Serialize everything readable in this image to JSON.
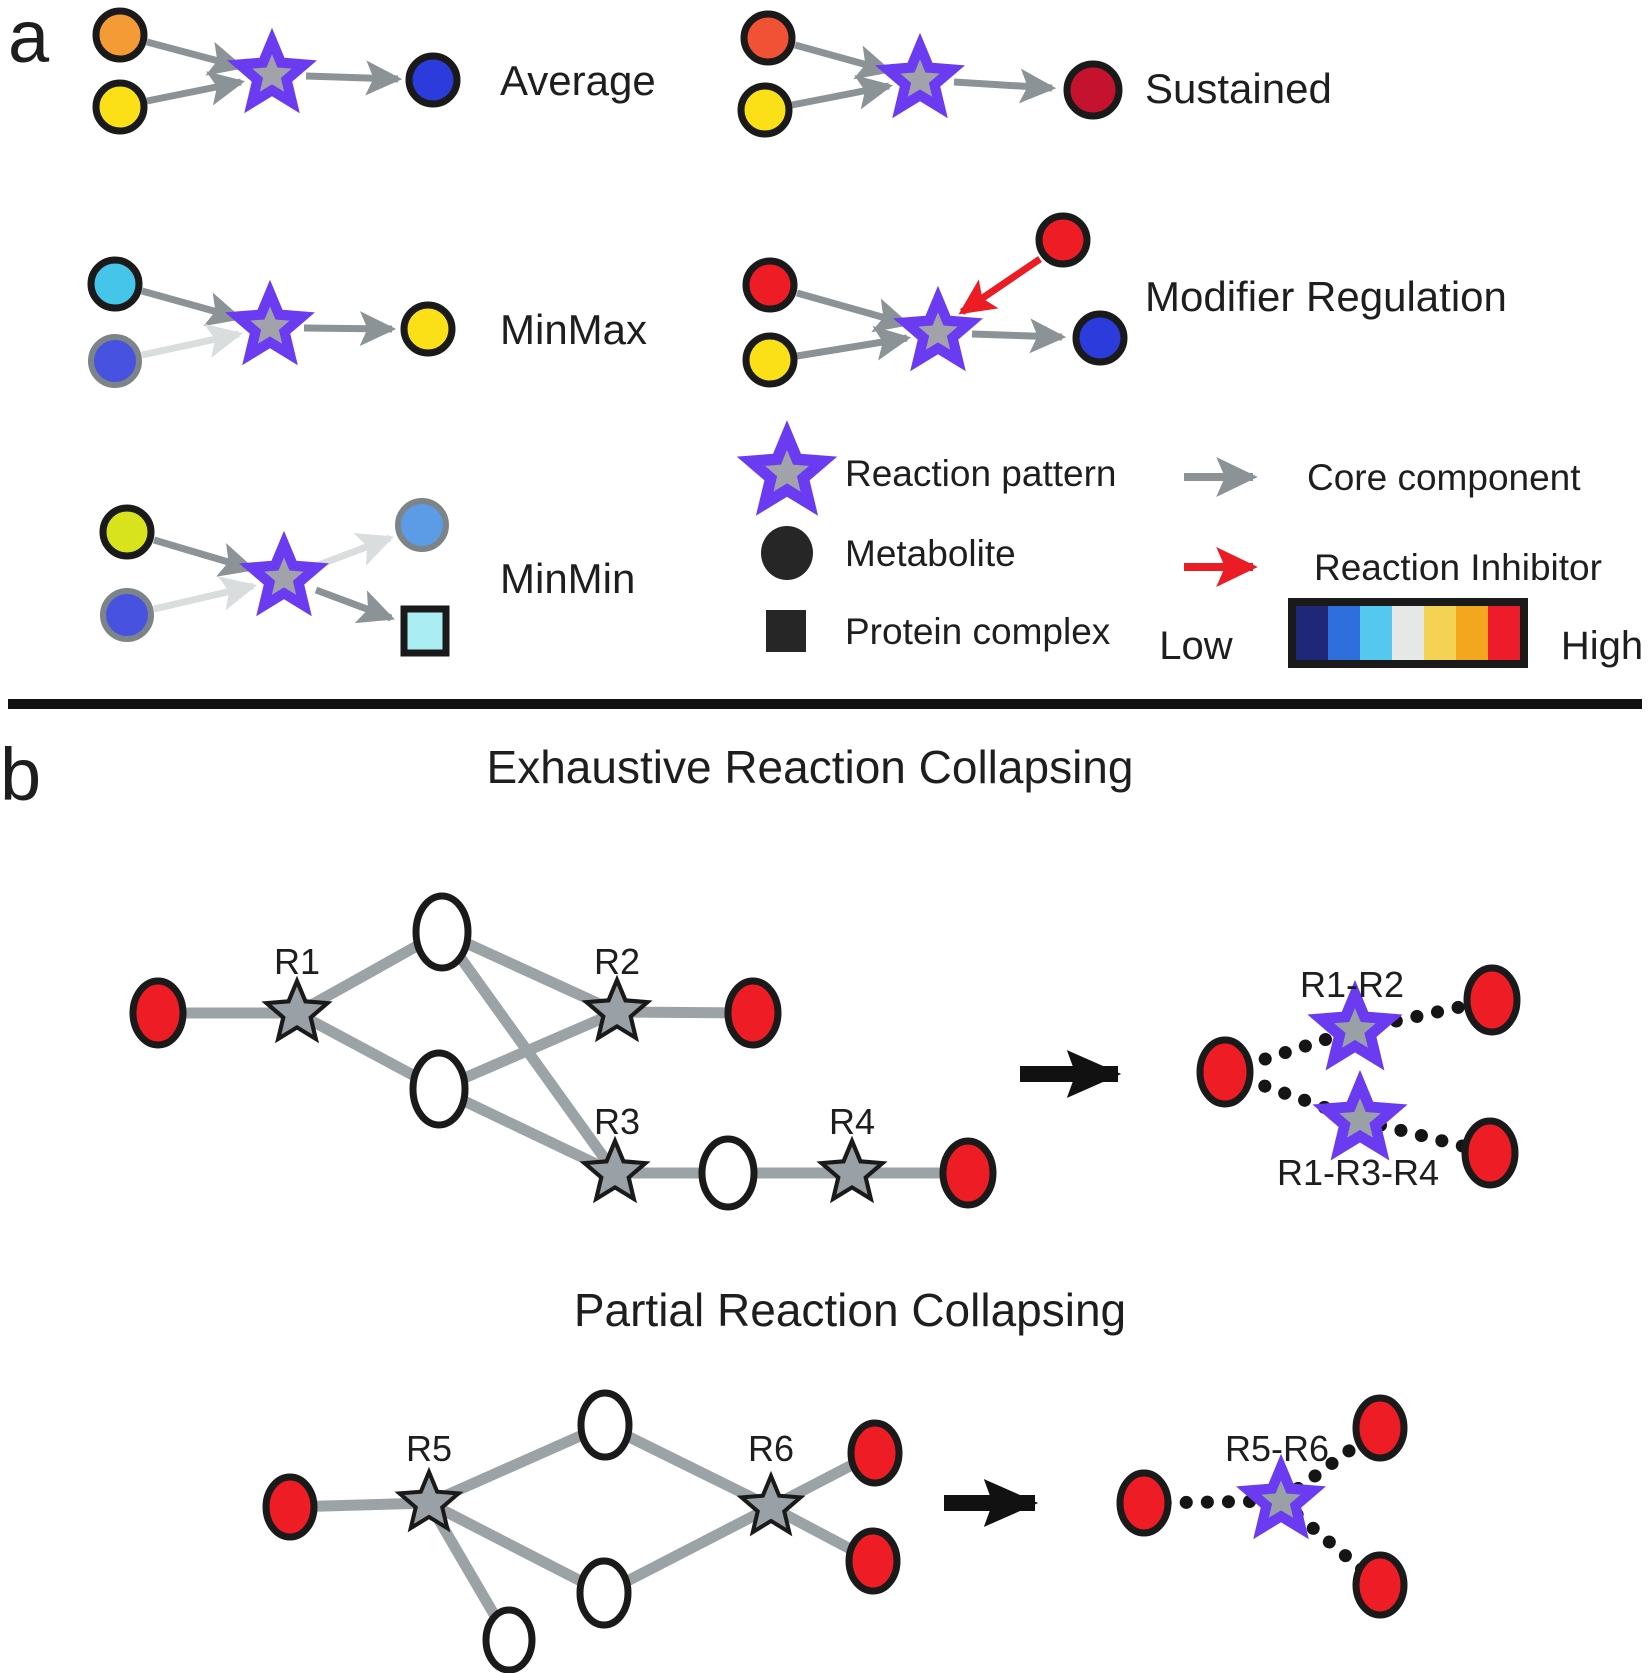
{
  "panel_a": {
    "label": "a",
    "patterns": [
      {
        "name": "Average"
      },
      {
        "name": "Sustained"
      },
      {
        "name": "MinMax"
      },
      {
        "name": "Modifier Regulation"
      },
      {
        "name": "MinMin"
      }
    ],
    "legend": {
      "reaction_pattern": "Reaction pattern",
      "metabolite": "Metabolite",
      "protein_complex": "Protein complex",
      "core_component": "Core component",
      "reaction_inhibitor": "Reaction Inhibitor",
      "low": "Low",
      "high": "High",
      "scale_colors": [
        "#1F2878",
        "#2E6FDD",
        "#54C8EE",
        "#E6E8E7",
        "#F4D254",
        "#F3A71F",
        "#EE1C2A"
      ]
    }
  },
  "panel_b": {
    "label": "b",
    "exhaustive": {
      "title": "Exhaustive Reaction Collapsing",
      "reactions": [
        "R1",
        "R2",
        "R3",
        "R4"
      ],
      "collapsed": [
        "R1-R2",
        "R1-R3-R4"
      ]
    },
    "partial": {
      "title": "Partial Reaction Collapsing",
      "reactions": [
        "R5",
        "R6"
      ],
      "collapsed": [
        "R5-R6"
      ]
    }
  },
  "colors": {
    "star_purple": "#6A3BF1",
    "star_gray_fill": "#A2A2AA",
    "node_star_gray": "#9AA1A6",
    "edge_gray": "#8C9396",
    "edge_light": "#D9DDDE",
    "edge_thick": "#9CA3A6",
    "arrow_red": "#EC1C24",
    "red": "#EE1C25",
    "crimson": "#C5132F",
    "red_orange": "#F15235",
    "orange": "#F59B35",
    "yellow": "#FBDF17",
    "blue": "#2B3BDC",
    "cyan": "#45C5EA",
    "slate_blue": "#4753E0",
    "yellow_green": "#D9E31D",
    "light_blue": "#5C9CE6",
    "pale_cyan": "#AAEDF2",
    "black": "#1A1A1A"
  }
}
